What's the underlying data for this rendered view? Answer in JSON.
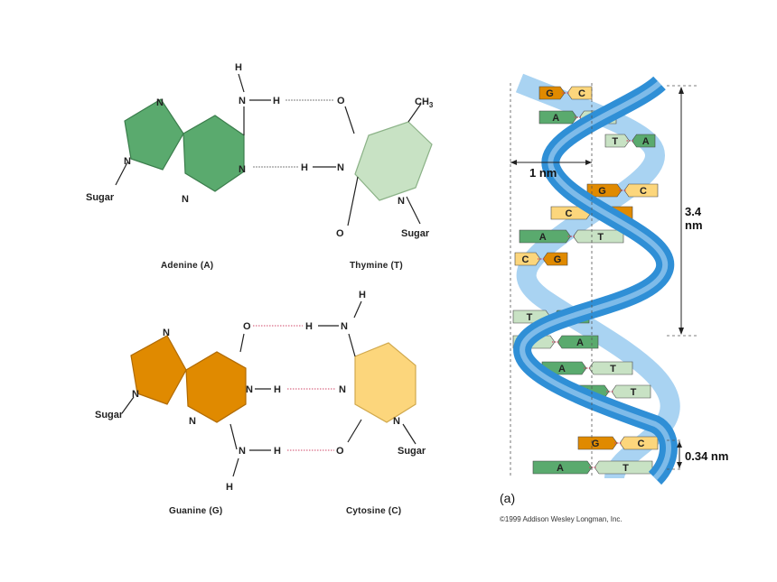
{
  "adenine_thymine": {
    "adenine_caption": "Adenine (A)",
    "thymine_caption": "Thymine (T)",
    "sugar_left": "Sugar",
    "sugar_right": "Sugar",
    "methyl": "CH",
    "methyl_sub": "3"
  },
  "guanine_cytosine": {
    "guanine_caption": "Guanine (G)",
    "cytosine_caption": "Cytosine (C)",
    "sugar_left": "Sugar",
    "sugar_right": "Sugar"
  },
  "atoms": {
    "H": "H",
    "N": "N",
    "O": "O"
  },
  "helix": {
    "width_label": "1 nm",
    "pitch_label_1": "3.4",
    "pitch_label_2": "nm",
    "rise_label": "0.34 nm",
    "panel_label": "(a)",
    "copyright": "©1999 Addison Wesley Longman, Inc.",
    "base_pairs": [
      [
        "G",
        "C"
      ],
      [
        "A",
        "T"
      ],
      [
        "T",
        "A"
      ],
      [
        "G",
        "C"
      ],
      [
        "C",
        "G"
      ],
      [
        "A",
        "T"
      ],
      [
        "C",
        "G"
      ],
      [
        "T",
        "A"
      ],
      [
        "T",
        "A"
      ],
      [
        "A",
        "T"
      ],
      [
        "A",
        "T"
      ],
      [
        "G",
        "C"
      ],
      [
        "A",
        "T"
      ]
    ]
  },
  "colors": {
    "adenine": "#5aaa6e",
    "thymine": "#c8e2c4",
    "guanine": "#e08a00",
    "cytosine": "#fcd67c",
    "backbone_dark": "#2f8fd6",
    "backbone_light": "#a9d3f2",
    "hbond": "#d04a6a"
  }
}
